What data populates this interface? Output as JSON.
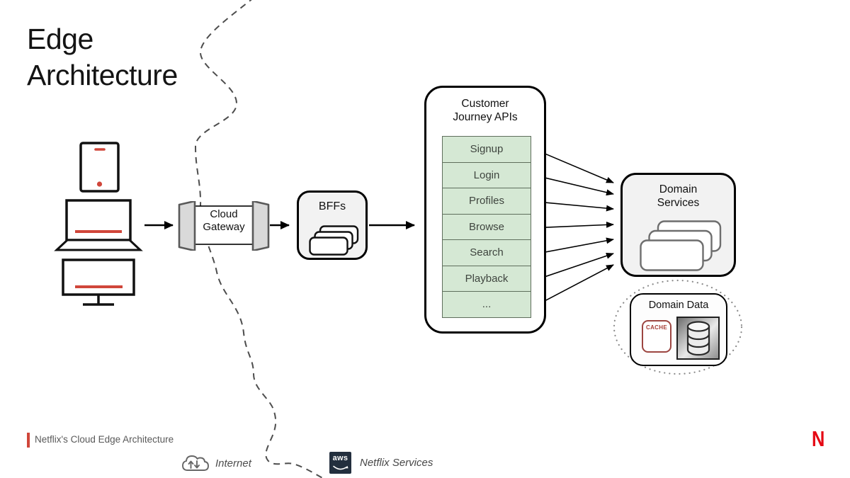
{
  "slide": {
    "title_line1": "Edge",
    "title_line2": "Architecture",
    "footer_caption": "Netflix's Cloud Edge Architecture",
    "netflix_logo_letter": "N"
  },
  "diagram": {
    "gateway_label": "Cloud Gateway",
    "bffs_label": "BFFs",
    "customer_journey": {
      "title": "Customer Journey APIs",
      "cells": [
        "Signup",
        "Login",
        "Profiles",
        "Browse",
        "Search",
        "Playback",
        "..."
      ]
    },
    "domain_services_label": "Domain Services",
    "domain_data": {
      "title": "Domain Data",
      "cache_label": "CACHE"
    }
  },
  "legend": {
    "internet_label": "Internet",
    "aws_logo_text": "aws",
    "netflix_services_label": "Netflix Services"
  },
  "colors": {
    "netflix_red": "#e50914",
    "device_accent_red": "#d0463a",
    "api_cell_green": "#d5e8d4",
    "api_cell_border": "#5f6e5c",
    "node_gray": "#f2f2f2",
    "gateway_cap_gray": "#d9d9d9",
    "aws_navy": "#232f3e",
    "dashed_line_gray": "#4d4d4d"
  }
}
